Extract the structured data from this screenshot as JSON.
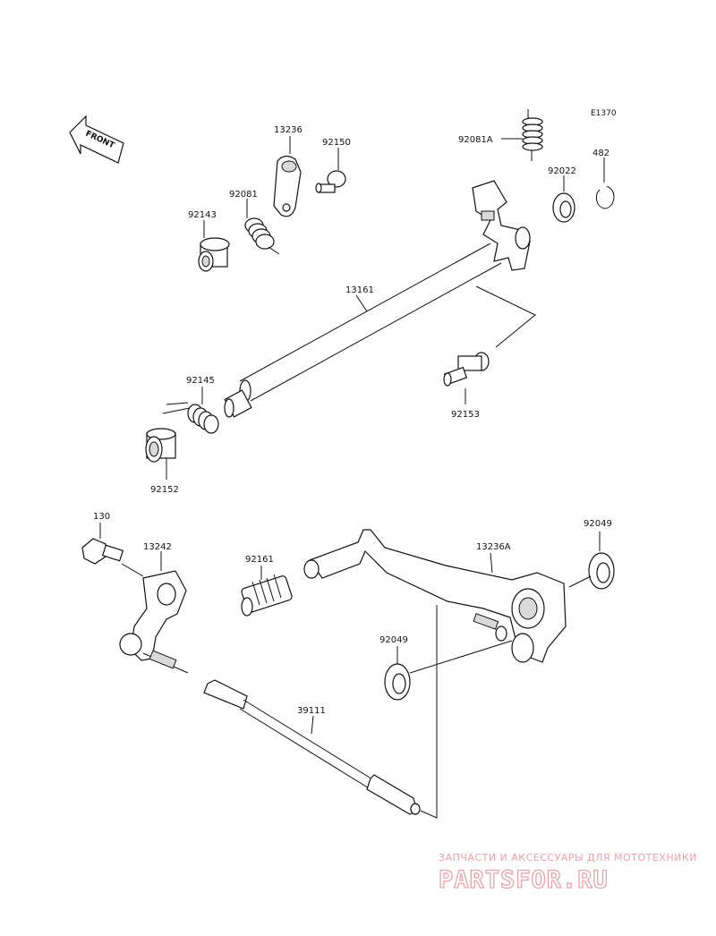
{
  "diagram_code": "E1370",
  "front_label": "FRONT",
  "parts": {
    "p13236": "13236",
    "p92150": "92150",
    "p92081A": "92081A",
    "p482": "482",
    "p92022": "92022",
    "p92081": "92081",
    "p92143": "92143",
    "p13161": "13161",
    "p92145": "92145",
    "p92153": "92153",
    "p92152": "92152",
    "p130": "130",
    "p13242": "13242",
    "p92161": "92161",
    "p13236A": "13236A",
    "p92049a": "92049",
    "p92049b": "92049",
    "p39111": "39111"
  },
  "watermark": {
    "tagline": "ЗАПЧАСТИ И АКСЕССУАРЫ ДЛЯ МОТОТЕХНИКИ",
    "brand": "PARTSFOR.RU"
  },
  "colors": {
    "watermark": "#e6a3a8",
    "line": "#111111"
  }
}
